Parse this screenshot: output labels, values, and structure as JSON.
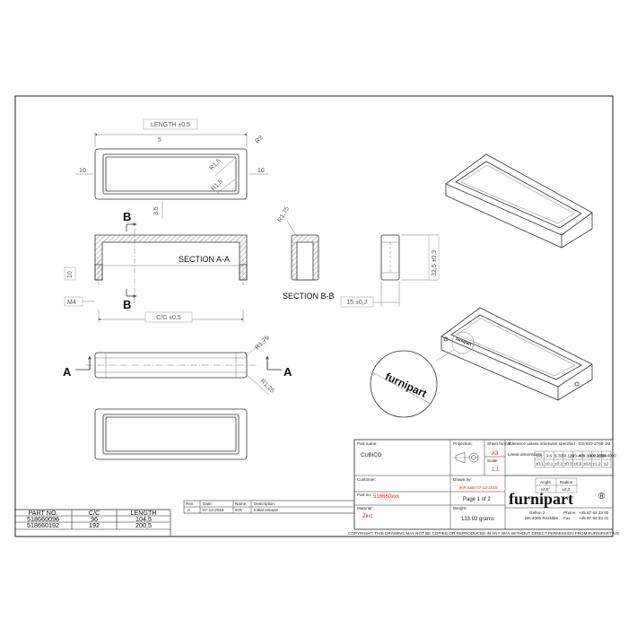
{
  "views": {
    "top_view": {
      "length_label": "LENGTH ±0,5",
      "dim_5": "5",
      "dim_r3": "R3",
      "dim_10_left": "10",
      "dim_10_right": "10",
      "dim_r15_a": "R1,5",
      "dim_r15_b": "R1,5",
      "dim_35": "3,5"
    },
    "section_aa": {
      "title": "SECTION A-A",
      "marker_b_top": "B",
      "marker_b_bottom": "B",
      "dim_10": "10",
      "dim_m4": "M4",
      "cc_label": "C/C ±0,5"
    },
    "section_bb": {
      "title": "SECTION B-B",
      "dim_r175": "R1,75"
    },
    "side_view": {
      "dim_325": "32,5 ±0,3",
      "dim_15": "15 ±0,2"
    },
    "front_view": {
      "marker_a_left": "A",
      "marker_a_right": "A",
      "dim_r175": "R1,75",
      "dim_r125": "R1,25"
    },
    "detail": {
      "logo_text": "furnipart",
      "small_logo_text": "furnipart"
    }
  },
  "parts_table": {
    "headers": [
      "PART NO.",
      "C/C",
      "LENGTH"
    ],
    "rows": [
      [
        "518660096",
        "96",
        "104,5"
      ],
      [
        "518660192",
        "192",
        "200,5"
      ]
    ]
  },
  "revision_table": {
    "headers": [
      "Rev.",
      "Date:",
      "Name:",
      "Description:"
    ],
    "rows": [
      [
        "A",
        "07-12-2016",
        "IKR",
        "Initial release"
      ]
    ]
  },
  "title_block": {
    "part_name_label": "Part name:",
    "part_name": "CUBICO",
    "projection_label": "Projection:",
    "sheet_format_label": "Sheet format:",
    "sheet_format": "A3",
    "scale_label": "Scale:",
    "scale": "1:1",
    "customer_label": "Customer:",
    "drawn_by_label": "Drawn by:",
    "drawn_by": "IKR date 07-12-2016",
    "part_no_label": "Part no:",
    "part_no": "518660xxx",
    "page": "Page 1 of 2",
    "material_label": "Material:",
    "material": "Zinc",
    "weight_label": "Weight:",
    "weight": "133.93 grams",
    "tolerance_title": "Tolerance unless otherwise specified",
    "tolerance_std": "DS/ISO-2768-1M",
    "linear_label": "Linear dimensions:",
    "linear_ranges": [
      "0-3",
      "3-6",
      "6-30",
      "30-120",
      "120-400",
      "400-1000",
      "1000-2000",
      "2000-4000"
    ],
    "linear_values": [
      "±0,1",
      "±0,1",
      "±0,2",
      "±0,3",
      "±0,5",
      "±0,8",
      "±1,2",
      "±2"
    ],
    "angle_label": "Angle",
    "angle_value": "±0,5°",
    "radius_label": "Radius",
    "radius_value": "±0,2",
    "brand": "furnipart",
    "brand_mark": "®",
    "company_lines": [
      "Gefion 2",
      "DK-4000 Roskilde"
    ],
    "phone_label": "Phone",
    "phone": "+45 87 64 33 00",
    "fax_label": "Fax",
    "fax": "+45 87 64 33 01",
    "copyright": "COPYRIGHT: THIS DRAWING MAY NOT BE COPIED OR REPRODUCED IN ANY WAY WITHOUT DIRECT PERMISSION FROM FURNIPART A/S"
  }
}
